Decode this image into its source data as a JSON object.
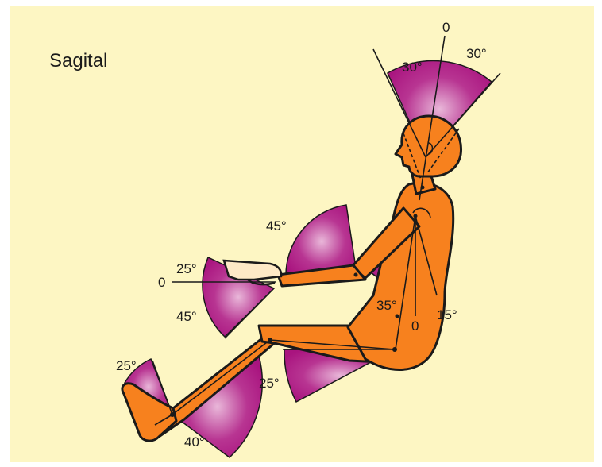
{
  "title": "Sagital",
  "colors": {
    "background": "#fdf6c3",
    "body": "#f7811e",
    "sector": "#a9147f",
    "outline": "#1a1a1a"
  },
  "angles": {
    "head_vertical": "0",
    "head_back": "30°",
    "head_forward": "30°",
    "shoulder_up": "45°",
    "hand_zero": "0",
    "wrist_up": "25°",
    "wrist_down": "45°",
    "trunk_back": "35°",
    "trunk_zero": "0",
    "trunk_forward": "15°",
    "knee": "25°",
    "ankle_up": "25°",
    "ankle_down": "40°"
  }
}
